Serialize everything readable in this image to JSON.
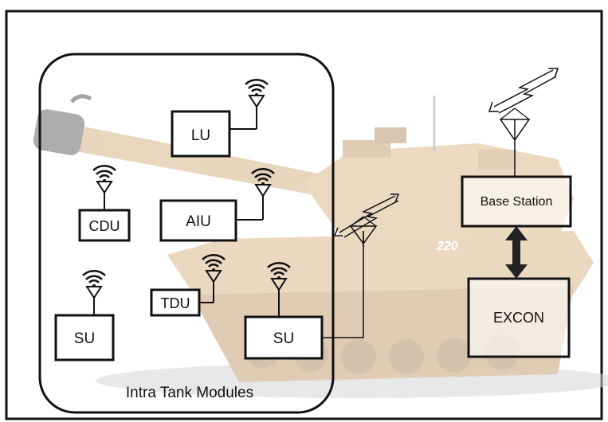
{
  "modules": {
    "lu": "LU",
    "cdu": "CDU",
    "aiu": "AIU",
    "su_left": "SU",
    "tdu": "TDU",
    "su_right": "SU"
  },
  "base_station": "Base Station",
  "excon": "EXCON",
  "group_label": "Intra Tank Modules",
  "colors": {
    "box_stroke": "#111111",
    "tank_body": "#d9b98f",
    "tank_shadow": "#b3926a",
    "arrow": "#222222"
  }
}
